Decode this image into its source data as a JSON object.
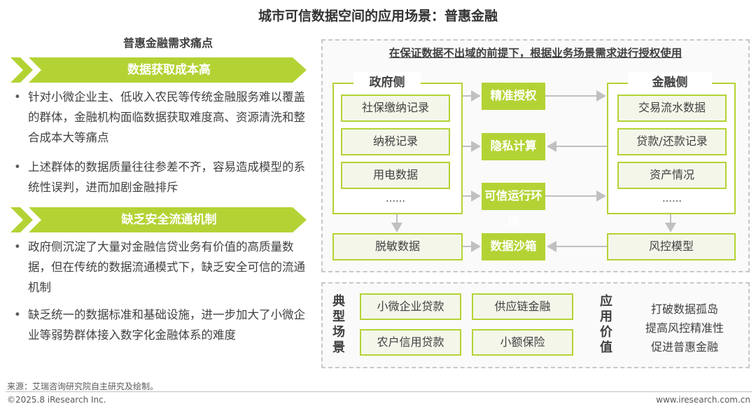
{
  "title": "城市可信数据空间的应用场景：普惠金融",
  "left": {
    "heading": "普惠金融需求痛点",
    "sections": [
      {
        "banner": "数据获取成本高",
        "bullets": [
          "针对小微企业主、低收入农民等传统金融服务难以覆盖的群体，金融机构面临数据获取难度高、资源清洗和整合成本大等痛点",
          "上述群体的数据质量往往参差不齐，容易造成模型的系统性误判，进而加剧金融排斥"
        ]
      },
      {
        "banner": "缺乏安全流通机制",
        "bullets": [
          "政府侧沉淀了大量对金融信贷业务有价值的高质量数据，但在传统的数据流通模式下，缺乏安全可信的流通机制",
          "缺乏统一的数据标准和基础设施，进一步加大了小微企业等弱势群体接入数字化金融体系的难度"
        ]
      }
    ]
  },
  "diagram": {
    "subtitle": "在保证数据不出域的前提下，根据业务场景需求进行授权使用",
    "gov": {
      "label": "政府侧",
      "items": [
        "社保缴纳记录",
        "纳税记录",
        "用电数据"
      ],
      "more": "……",
      "output": "脱敏数据"
    },
    "fin": {
      "label": "金融侧",
      "items": [
        "交易流水数据",
        "贷款/还款记录",
        "资产情况"
      ],
      "more": "……",
      "output": "风控模型"
    },
    "middle": [
      "精准授权",
      "隐私计算",
      "可信运行环境",
      "数据沙箱"
    ]
  },
  "bottom": {
    "scenes_label": "典型场景",
    "scenes": [
      "小微企业贷款",
      "供应链金融",
      "农户信用贷款",
      "小额保险"
    ],
    "value_label": "应用价值",
    "values": [
      "打破数据孤岛",
      "提高风控精准性",
      "促进普惠金融"
    ]
  },
  "footer": {
    "source": "来源：艾瑞咨询研究院自主研究及绘制。",
    "copyright": "©2025.8 iResearch Inc.",
    "url": "www.iresearch.com.cn"
  },
  "colors": {
    "accent": "#b3d335",
    "light": "#f4f6ea"
  }
}
